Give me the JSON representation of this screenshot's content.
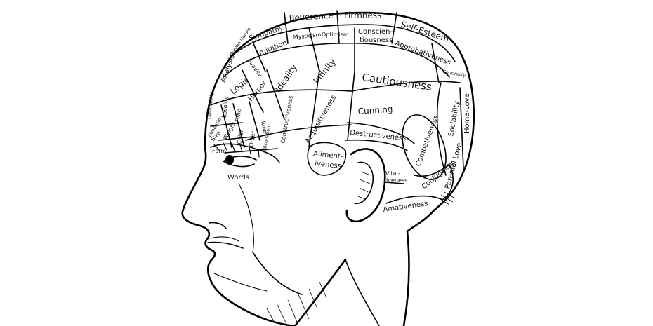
{
  "figure": {
    "colors": {
      "ink": "#000000",
      "paper": "#ffffff"
    },
    "regions": {
      "reverence": "Reverence",
      "firmness": "Firmness",
      "self_esteem": "Self-Esteem",
      "sympathy": "Sympathy",
      "human_nature": "Human Nature",
      "imitation": "Imitation",
      "mysticism": "Mysticism",
      "optimism": "Optimism",
      "conscientiousness_1": "Conscien-",
      "conscientiousness_2": "tiousness",
      "approbativeness": "Approbativeness",
      "continuity": "Continuity",
      "analysis": "Analysis",
      "suavity": "Suavity",
      "logic": "Logic",
      "ideality": "Ideality",
      "infinity": "Infinity",
      "cautiousness": "Cautiousness",
      "eventuality": "Event-uality",
      "locality": "Locality",
      "humor": "Humor",
      "time": "Time",
      "tune": "Tune",
      "constructiveness": "Constructiveness",
      "acquisitiveness": "Acquisitiveness",
      "cunning": "Cunning",
      "sociability": "Sociability",
      "home_love": "Home-Love",
      "dimension": "Dimension",
      "size": "Size",
      "weight": "Weight",
      "color": "Color",
      "order": "Order",
      "calculation": "Calcu-lation",
      "form": "Form",
      "destructiveness": "Destructiveness",
      "combativeness": "Combativeness",
      "parental_love": "Parental Love",
      "alimentiveness_1": "Aliment-",
      "alimentiveness_2": "iveness",
      "conjugality": "Conjugality",
      "vitativeness_1": "Vital-",
      "vitativeness_2": "iveness",
      "words": "Words",
      "amativeness": "Amativeness"
    }
  }
}
